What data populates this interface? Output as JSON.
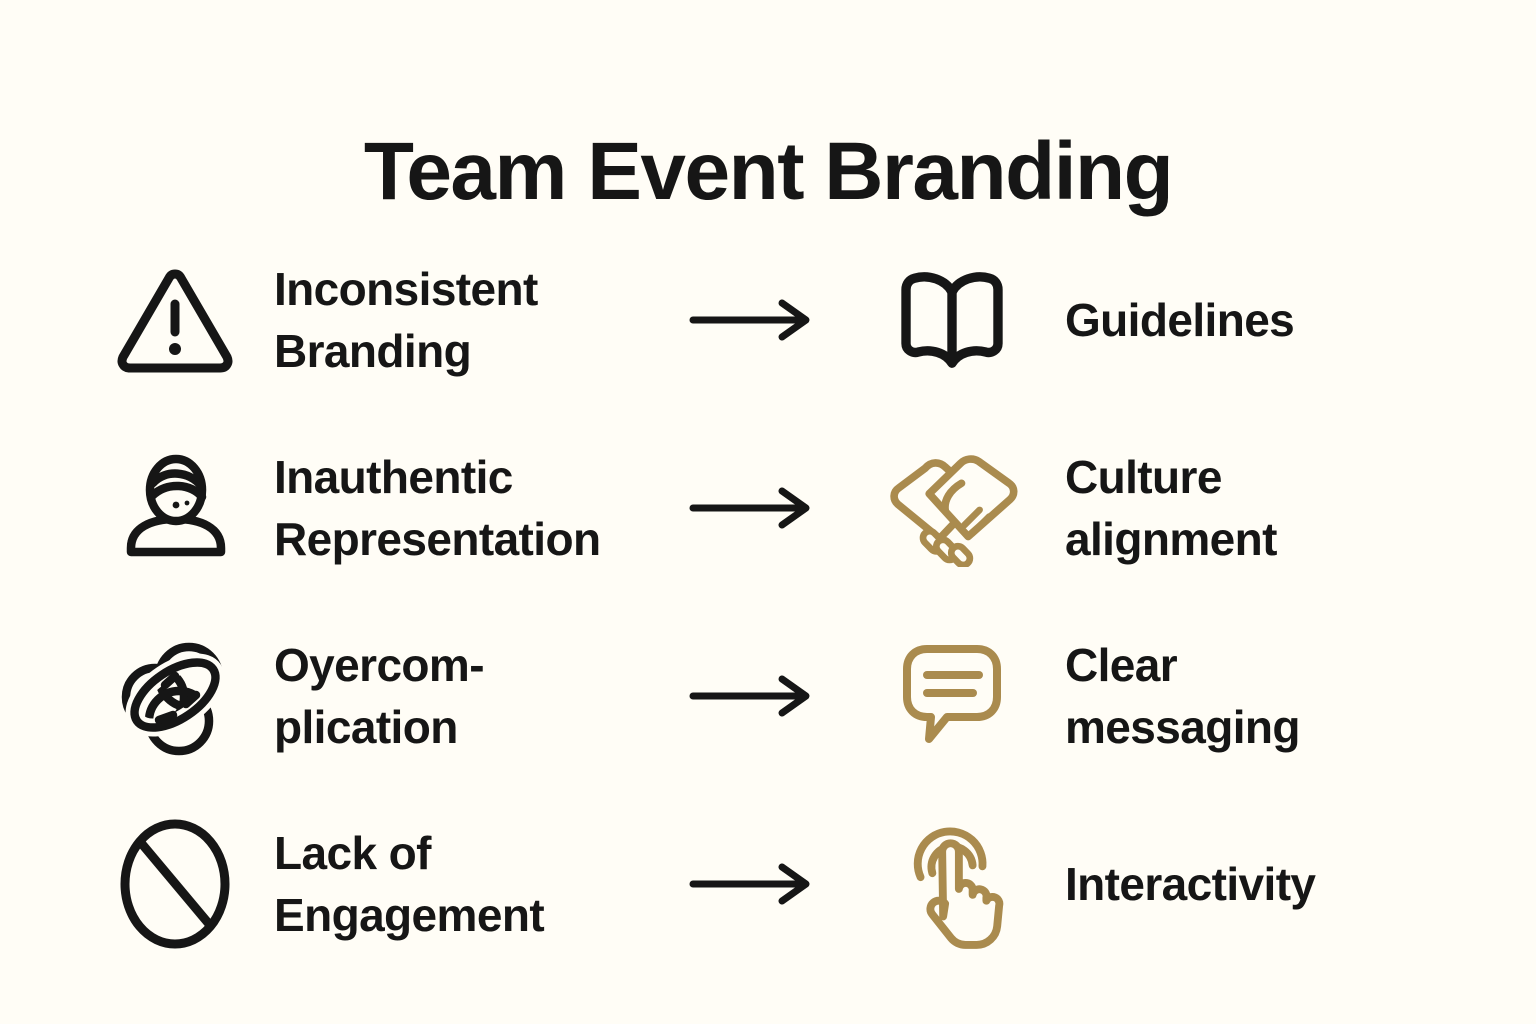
{
  "title": "Team Event Branding",
  "colors": {
    "ink": "#161616",
    "gold": "#aa8b4e",
    "bg": "#fffdf6"
  },
  "arrow_icon": "right-arrow-icon",
  "rows": [
    {
      "problem_icon": "warning-triangle-icon",
      "problem_lines": [
        "Inconsistent",
        "Branding"
      ],
      "solution_icon": "open-book-icon",
      "solution_icon_color": "ink",
      "solution_lines": [
        "Guidelines"
      ]
    },
    {
      "problem_icon": "person-icon",
      "problem_lines": [
        "Inauthentic",
        "Representation"
      ],
      "solution_icon": "handshake-icon",
      "solution_icon_color": "gold",
      "solution_lines": [
        "Culture",
        "alignment"
      ]
    },
    {
      "problem_icon": "tangled-knot-icon",
      "problem_lines": [
        "Oyercom-",
        "plication"
      ],
      "solution_icon": "speech-bubble-icon",
      "solution_icon_color": "gold",
      "solution_lines": [
        "Clear",
        "messaging"
      ]
    },
    {
      "problem_icon": "prohibition-icon",
      "problem_lines": [
        "Lack of",
        "Engagement"
      ],
      "solution_icon": "tap-hand-icon",
      "solution_icon_color": "gold",
      "solution_lines": [
        "Interactivity"
      ]
    }
  ]
}
